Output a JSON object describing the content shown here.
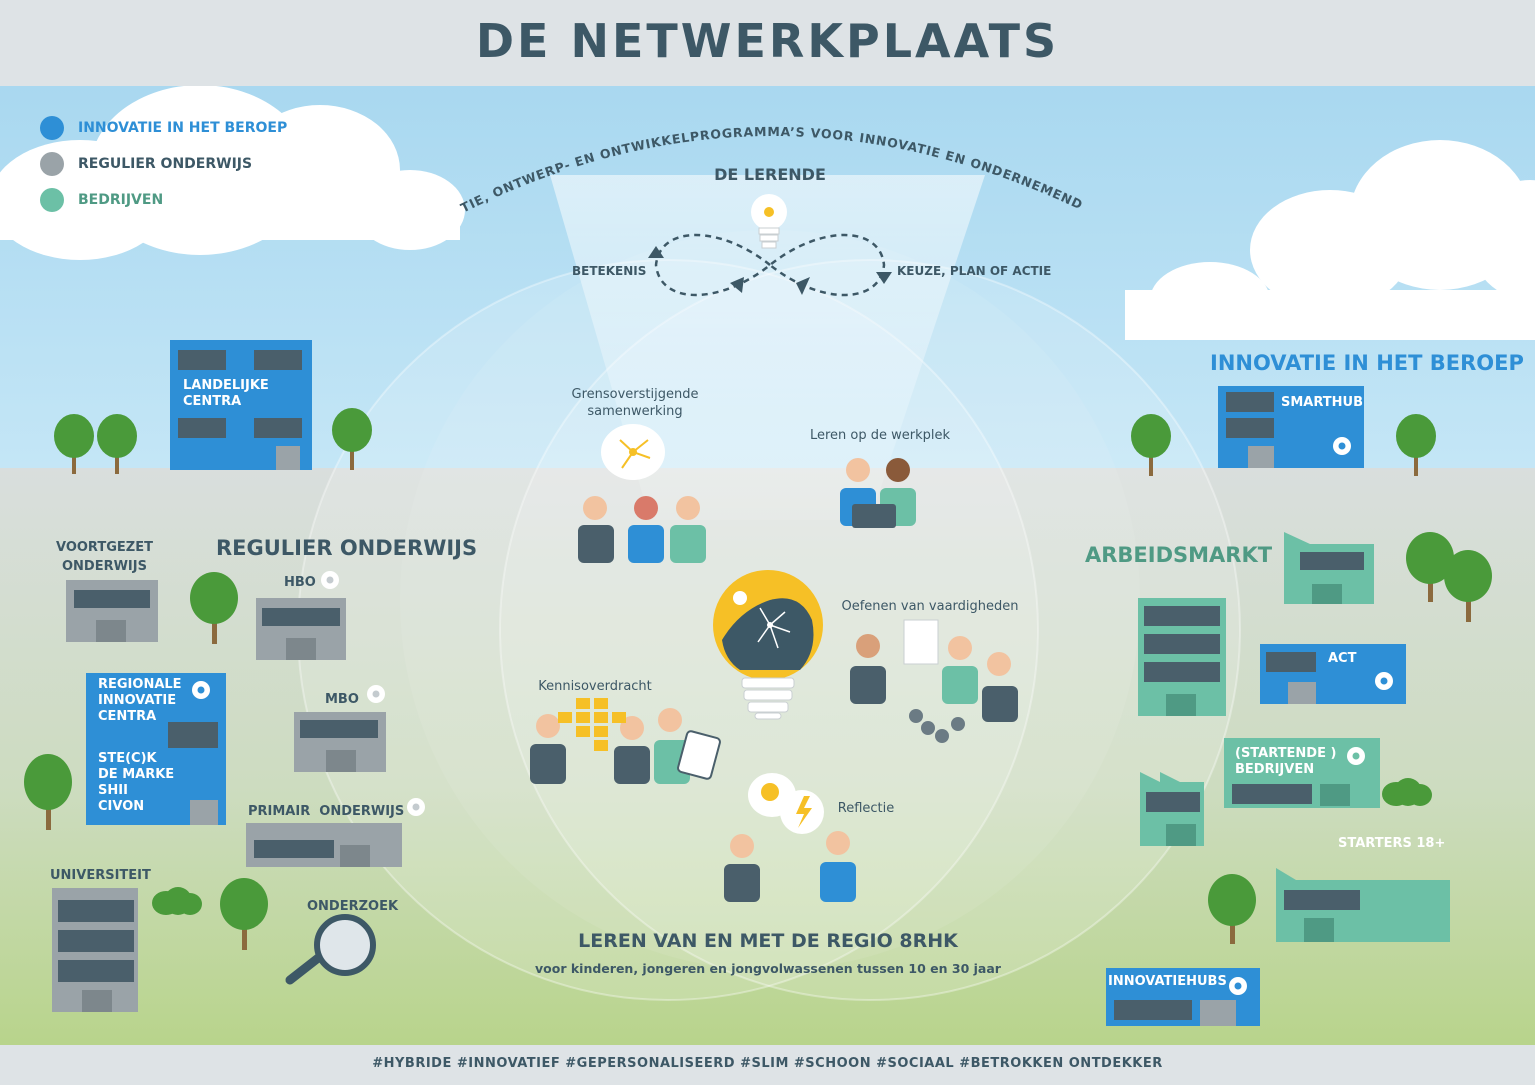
{
  "title": "DE NETWERKPLAATS",
  "legend": [
    {
      "label": "INNOVATIE IN HET BEROEP",
      "color": "#2e8fd6"
    },
    {
      "label": "REGULIER ONDERWIJS",
      "color": "#9aa3a8"
    },
    {
      "label": "BEDRIJVEN",
      "color": "#6cc0a6"
    }
  ],
  "arc_text": "INSPIRATIE, ONTWERP- EN ONTWIKKELPROGRAMMA’S VOOR INNOVATIE EN ONDERNEMEND GEDRAG",
  "lerende": {
    "title": "DE LERENDE",
    "left": "BETEKENIS",
    "right": "KEUZE, PLAN OF ACTIE"
  },
  "circles": {
    "left": "REGULIER ONDERWIJS",
    "right": "ARBEIDSMARKT",
    "top_right_heading": "INNOVATIE IN HET BEROEP"
  },
  "activities": {
    "grens": "Grensoverstijgende\nsamenwerking",
    "werkplek": "Leren op de werkplek",
    "oefenen": "Oefenen van vaardigheden",
    "kennis": "Kennisoverdracht",
    "reflectie": "Reflectie"
  },
  "buildings": {
    "landelijke": "LANDELIJKE\nCENTRA",
    "smarthub": "SMARTHUB",
    "voortgezet": "VOORTGEZET\nONDERWIJS",
    "hbo": "HBO",
    "mbo": "MBO",
    "regionale": "REGIONALE\nINNOVATIE\nCENTRA",
    "steck": "STE(C)K\nDE MARKE\nSHII\nCIVON",
    "primair": "PRIMAIR  ONDERWIJS",
    "universiteit": "UNIVERSITEIT",
    "onderzoek": "ONDERZOEK",
    "act": "ACT",
    "startende": "(STARTENDE )\nBEDRIJVEN",
    "starters": "STARTERS 18+",
    "innovatiehubs": "INNOVATIEHUBS"
  },
  "bottom": {
    "title": "LEREN VAN EN MET DE REGIO 8RHK",
    "subtitle": "voor kinderen, jongeren en jongvolwassenen tussen 10 en 30 jaar"
  },
  "hashtags": "#HYBRIDE #INNOVATIEF #GEPERSONALISEERD #SLIM #SCHOON #SOCIAAL #BETROKKEN ONTDEKKER",
  "colors": {
    "dark": "#3d5866",
    "blue": "#2e8fd6",
    "grey": "#9aa3a8",
    "green": "#6cc0a6",
    "sky": "#a9d8f0",
    "yellow": "#f6c026"
  }
}
